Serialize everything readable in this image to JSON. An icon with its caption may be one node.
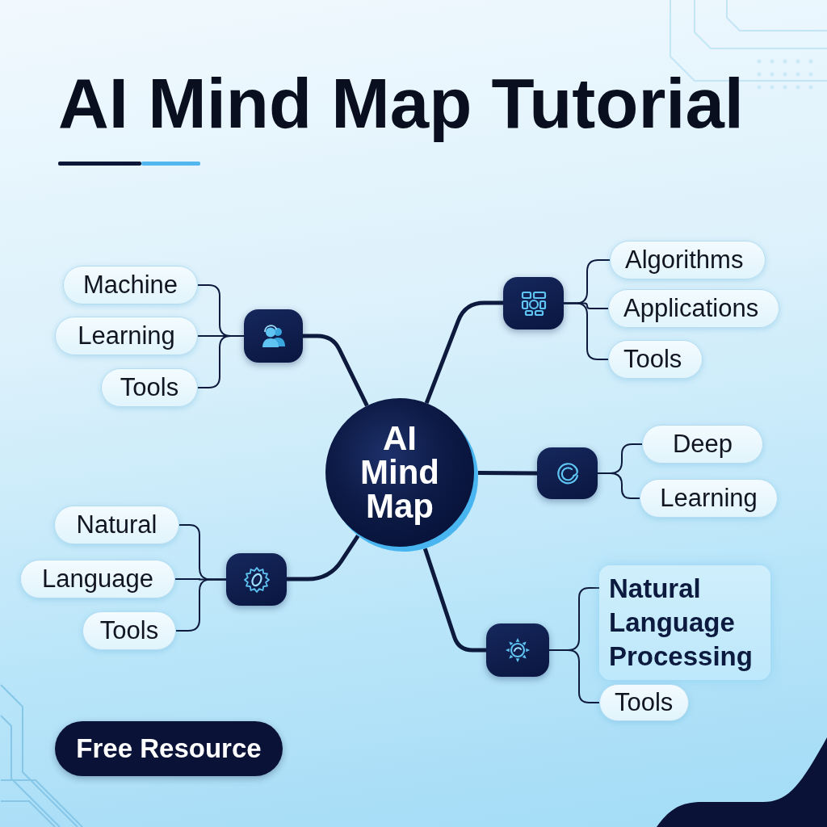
{
  "diagram": {
    "title": "AI Mind Map Tutorial",
    "nodes": [
      {
        "text": [
          "AI Mind Map"
        ]
      },
      {
        "text": [],
        "shape": "box"
      },
      {
        "text": [
          "Machine"
        ]
      },
      {
        "text": [
          "Learning"
        ]
      },
      {
        "text": [
          "Tools"
        ]
      },
      {
        "text": [],
        "shape": "box"
      },
      {
        "text": [
          "Algorithms"
        ]
      },
      {
        "text": [
          "Applications"
        ]
      },
      {
        "text": [
          "Tools"
        ]
      },
      {
        "text": [],
        "shape": "box"
      },
      {
        "text": [
          "Natural"
        ]
      },
      {
        "text": [
          "Language"
        ]
      },
      {
        "text": [
          "Tools"
        ]
      },
      {
        "text": [],
        "shape": "box"
      },
      {
        "text": [
          "Deep"
        ]
      },
      {
        "text": [
          "Learning"
        ]
      },
      {
        "text": [],
        "shape": "box"
      },
      {
        "text": [
          "Natural Language Processing"
        ]
      },
      {
        "text": [
          "Tools"
        ]
      },
      {
        "text": [
          "Free Resource"
        ]
      }
    ],
    "edges": [
      {
        "from": 0,
        "to": 1,
        "arrow": "none",
        "style": "thick"
      },
      {
        "from": 1,
        "to": 2,
        "arrow": "none"
      },
      {
        "from": 1,
        "to": 3,
        "arrow": "none"
      },
      {
        "from": 1,
        "to": 4,
        "arrow": "none"
      },
      {
        "from": 0,
        "to": 5,
        "arrow": "none",
        "style": "thick"
      },
      {
        "from": 5,
        "to": 6,
        "arrow": "none"
      },
      {
        "from": 5,
        "to": 7,
        "arrow": "none"
      },
      {
        "from": 5,
        "to": 8,
        "arrow": "none"
      },
      {
        "from": 0,
        "to": 9,
        "arrow": "none",
        "style": "thick"
      },
      {
        "from": 9,
        "to": 10,
        "arrow": "none"
      },
      {
        "from": 9,
        "to": 11,
        "arrow": "none"
      },
      {
        "from": 9,
        "to": 12,
        "arrow": "none"
      },
      {
        "from": 0,
        "to": 13,
        "arrow": "none",
        "style": "thick"
      },
      {
        "from": 13,
        "to": 14,
        "arrow": "none"
      },
      {
        "from": 13,
        "to": 15,
        "arrow": "none"
      },
      {
        "from": 0,
        "to": 16,
        "arrow": "none",
        "style": "thick"
      },
      {
        "from": 16,
        "to": 17,
        "arrow": "none"
      },
      {
        "from": 16,
        "to": 18,
        "arrow": "none"
      }
    ]
  }
}
